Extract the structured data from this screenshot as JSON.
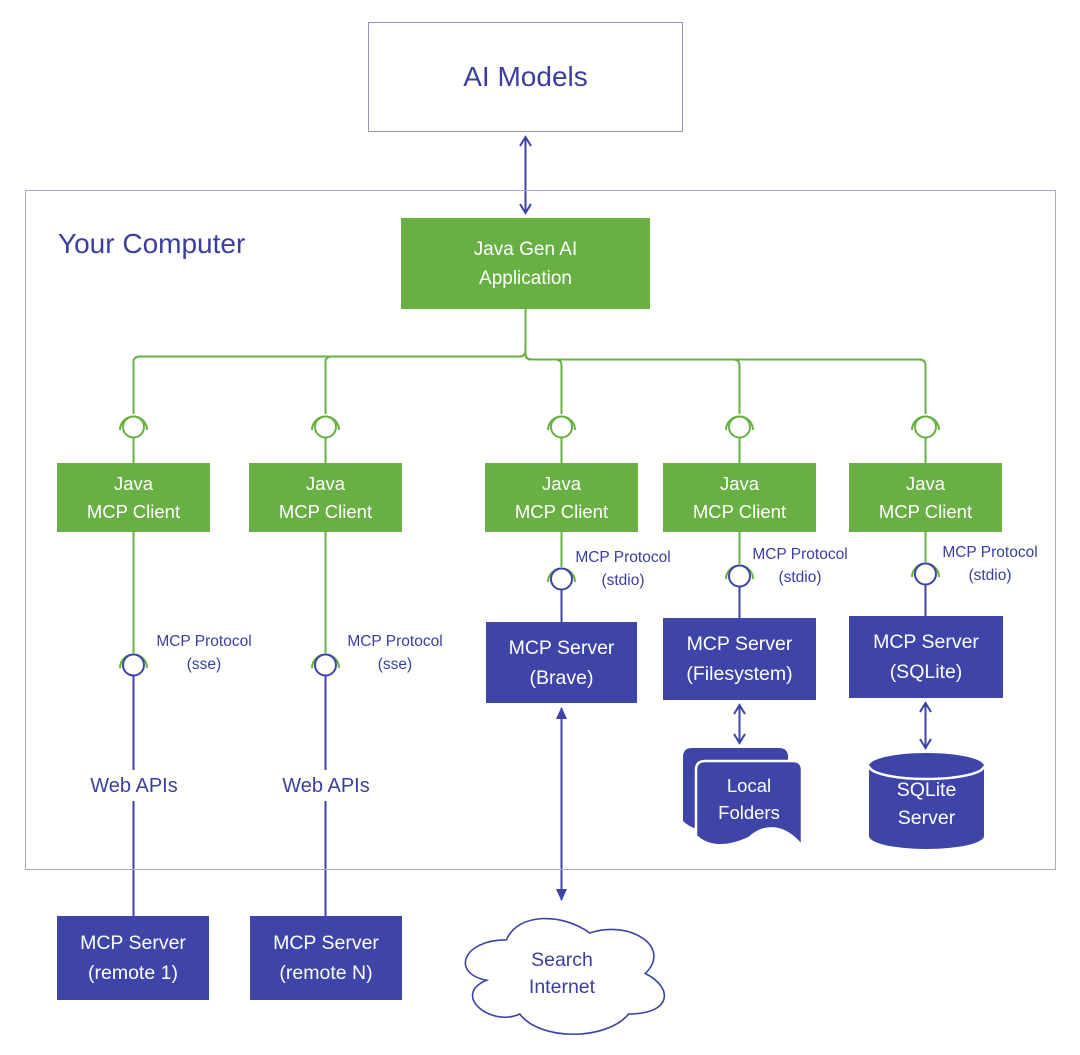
{
  "colors": {
    "green": "#69b044",
    "blue_box": "#3e44a8",
    "line_indigo": "#3d43a6",
    "text_indigo": "#3a3f9e",
    "region_border": "#a6abc9"
  },
  "ai_models": {
    "label": "AI Models"
  },
  "your_computer": {
    "label": "Your Computer"
  },
  "app": {
    "label": "Java Gen AI\nApplication"
  },
  "clients": [
    "Java\nMCP Client",
    "Java\nMCP Client",
    "Java\nMCP Client",
    "Java\nMCP Client",
    "Java\nMCP Client"
  ],
  "protocols": [
    "MCP Protocol\n(sse)",
    "MCP Protocol\n(sse)",
    "MCP Protocol\n(stdio)",
    "MCP Protocol\n(stdio)",
    "MCP Protocol\n(stdio)"
  ],
  "web_apis": [
    "Web APIs",
    "Web APIs"
  ],
  "servers": {
    "remote1": "MCP Server\n(remote 1)",
    "remoteN": "MCP Server\n(remote N)",
    "brave": "MCP Server\n(Brave)",
    "filesystem": "MCP Server\n(Filesystem)",
    "sqlite": "MCP Server\n(SQLite)"
  },
  "storage": {
    "local_folders": "Local\nFolders",
    "sqlite_server": "SQLite\nServer"
  },
  "cloud": {
    "label": "Search\nInternet"
  }
}
